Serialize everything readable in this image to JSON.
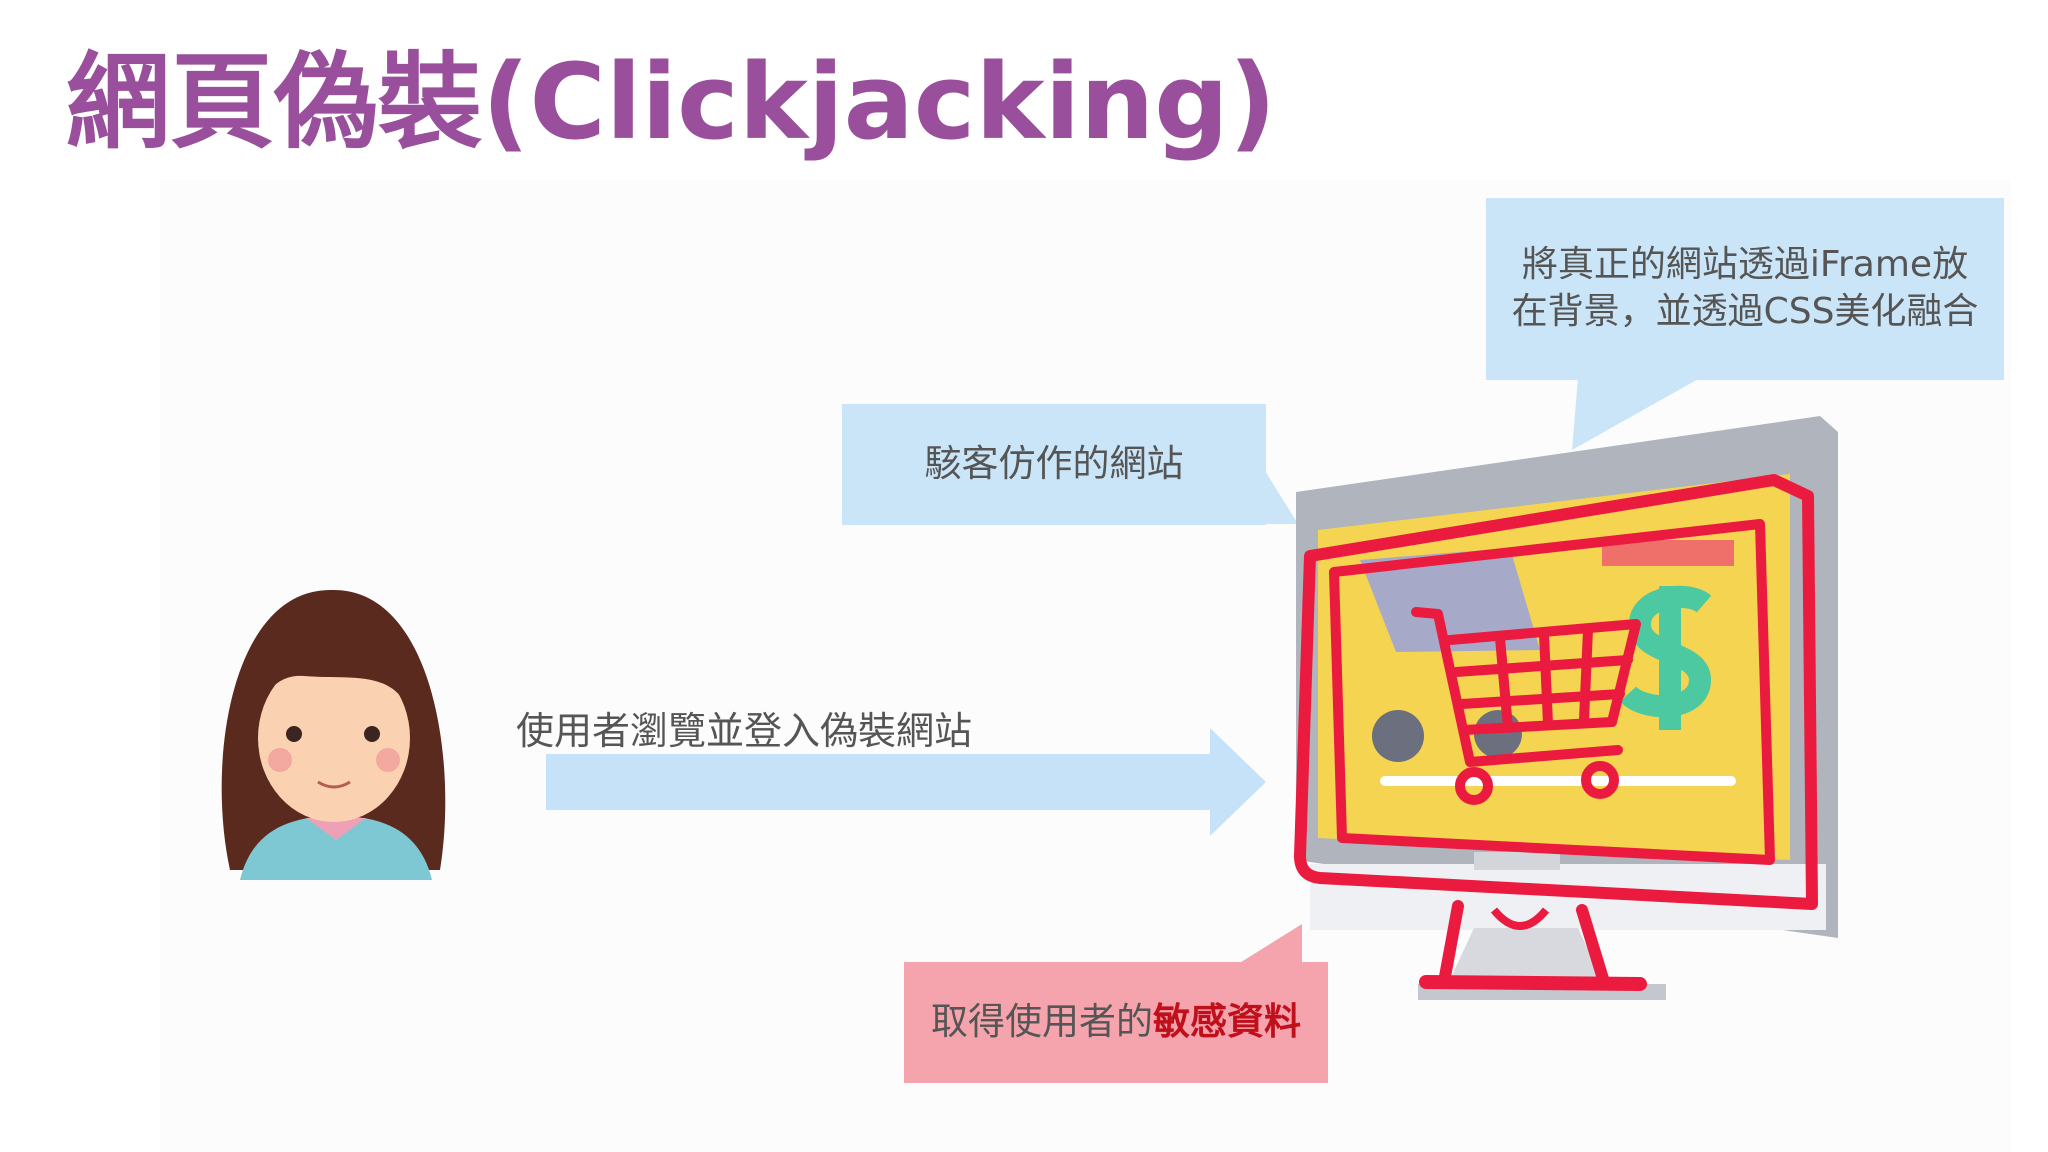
{
  "slide": {
    "title": "網頁偽裝(Clickjacking)",
    "callouts": {
      "iframe_note_line1": "將真正的網站透過iFrame放",
      "iframe_note_line2": "在背景，並透過CSS美化融合",
      "hacker_site": "駭客仿作的網站",
      "result_prefix": "取得使用者的",
      "result_highlight": "敏感資料"
    },
    "arrow_label": "使用者瀏覽並登入偽裝網站"
  },
  "colors": {
    "title": "#9a4f9c",
    "callout_blue": "#cbe5f8",
    "callout_pink": "#f5a3ac",
    "highlight_red": "#c0101c",
    "arrow": "#c6e2f8"
  },
  "icons": {
    "user": "female-user-avatar-icon",
    "monitor": "shopping-website-monitor-icon",
    "cart": "shopping-cart-icon",
    "dollar": "dollar-sign-icon"
  }
}
